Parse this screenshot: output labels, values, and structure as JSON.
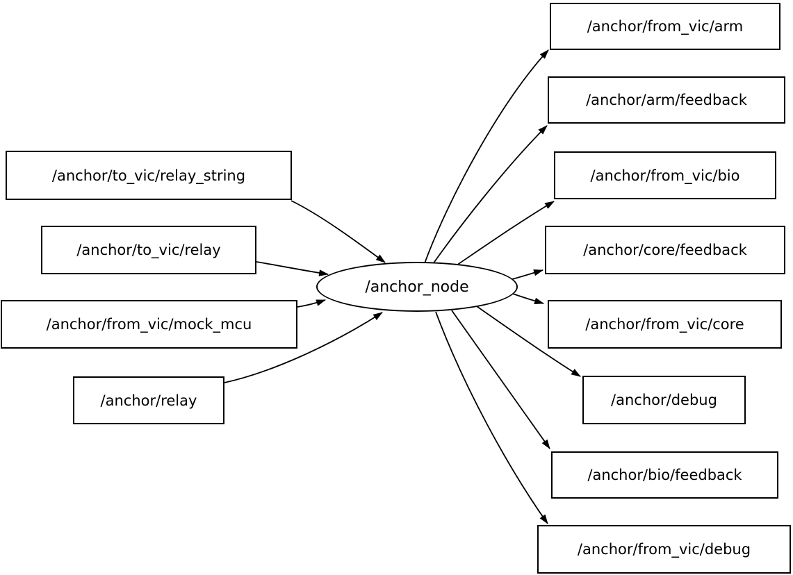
{
  "diagram": {
    "type": "node-graph",
    "background_color": "#ffffff",
    "stroke_color": "#000000",
    "node_fill_color": "#ffffff",
    "center_node": {
      "label": "/anchor_node",
      "shape": "ellipse"
    },
    "input_nodes": [
      {
        "label": "/anchor/to_vic/relay_string",
        "shape": "box"
      },
      {
        "label": "/anchor/to_vic/relay",
        "shape": "box"
      },
      {
        "label": "/anchor/from_vic/mock_mcu",
        "shape": "box"
      },
      {
        "label": "/anchor/relay",
        "shape": "box"
      }
    ],
    "output_nodes": [
      {
        "label": "/anchor/from_vic/arm",
        "shape": "box"
      },
      {
        "label": "/anchor/arm/feedback",
        "shape": "box"
      },
      {
        "label": "/anchor/from_vic/bio",
        "shape": "box"
      },
      {
        "label": "/anchor/core/feedback",
        "shape": "box"
      },
      {
        "label": "/anchor/from_vic/core",
        "shape": "box"
      },
      {
        "label": "/anchor/debug",
        "shape": "box"
      },
      {
        "label": "/anchor/bio/feedback",
        "shape": "box"
      },
      {
        "label": "/anchor/from_vic/debug",
        "shape": "box"
      }
    ],
    "edges": [
      {
        "from": "/anchor/to_vic/relay_string",
        "to": "/anchor_node"
      },
      {
        "from": "/anchor/to_vic/relay",
        "to": "/anchor_node"
      },
      {
        "from": "/anchor/from_vic/mock_mcu",
        "to": "/anchor_node"
      },
      {
        "from": "/anchor/relay",
        "to": "/anchor_node"
      },
      {
        "from": "/anchor_node",
        "to": "/anchor/from_vic/arm"
      },
      {
        "from": "/anchor_node",
        "to": "/anchor/arm/feedback"
      },
      {
        "from": "/anchor_node",
        "to": "/anchor/from_vic/bio"
      },
      {
        "from": "/anchor_node",
        "to": "/anchor/core/feedback"
      },
      {
        "from": "/anchor_node",
        "to": "/anchor/from_vic/core"
      },
      {
        "from": "/anchor_node",
        "to": "/anchor/debug"
      },
      {
        "from": "/anchor_node",
        "to": "/anchor/bio/feedback"
      },
      {
        "from": "/anchor_node",
        "to": "/anchor/from_vic/debug"
      }
    ]
  }
}
